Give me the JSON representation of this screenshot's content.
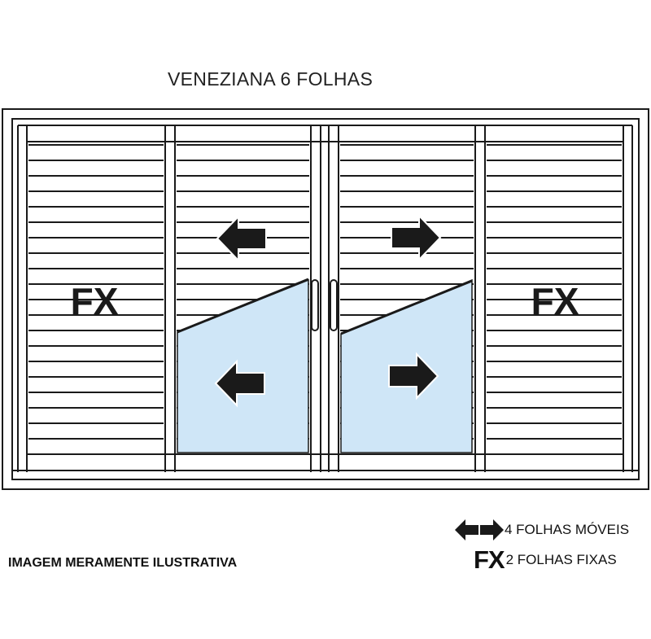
{
  "title": "VENEZIANA 6 FOLHAS",
  "panels": {
    "left_fixed_label": "FX",
    "right_fixed_label": "FX"
  },
  "legend": {
    "moving_text": "4 FOLHAS MÓVEIS",
    "fixed_symbol": "FX",
    "fixed_text": "2 FOLHAS FIXAS"
  },
  "disclaimer": "IMAGEM MERAMENTE ILUSTRATIVA",
  "colors": {
    "frame": "#1a1a1a",
    "glass": "#cfe6f7",
    "arrow": "#1a1a1a"
  },
  "icons": {
    "left_arrow": "arrow-left-icon",
    "right_arrow": "arrow-right-icon"
  }
}
